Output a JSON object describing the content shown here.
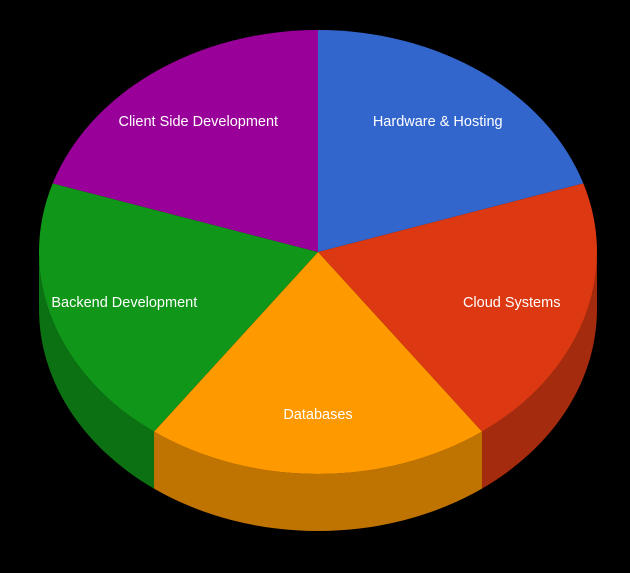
{
  "chart_data": {
    "type": "pie",
    "style": "3d",
    "background": "#000000",
    "legend": "none",
    "slices": [
      {
        "label": "Hardware & Hosting",
        "value": 20,
        "color": "#3366cc",
        "side_color": "#264d99"
      },
      {
        "label": "Cloud Systems",
        "value": 20,
        "color": "#dc3912",
        "side_color": "#a52b0e"
      },
      {
        "label": "Databases",
        "value": 20,
        "color": "#ff9900",
        "side_color": "#bf7300"
      },
      {
        "label": "Backend Development",
        "value": 20,
        "color": "#109618",
        "side_color": "#0c7112"
      },
      {
        "label": "Client Side Development",
        "value": 20,
        "color": "#990099",
        "side_color": "#730073"
      }
    ]
  }
}
